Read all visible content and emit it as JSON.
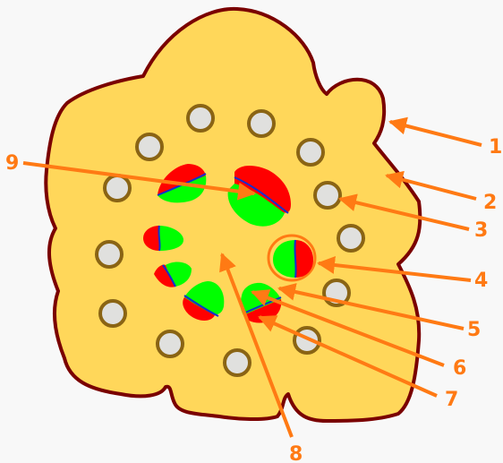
{
  "colors": {
    "background": "#f8f8f8",
    "body_fill": "#ffd75a",
    "body_stroke": "#7a0000",
    "bundle_red": "#ff0000",
    "bundle_green": "#00ff00",
    "bundle_line": "#1030d0",
    "circle_fill": "#e0e0de",
    "circle_stroke": "#8a6414",
    "arrow": "#ff7a14",
    "highlight_ring": "#ff7a14"
  },
  "labels": [
    "1",
    "2",
    "3",
    "4",
    "5",
    "6",
    "7",
    "8",
    "9"
  ]
}
